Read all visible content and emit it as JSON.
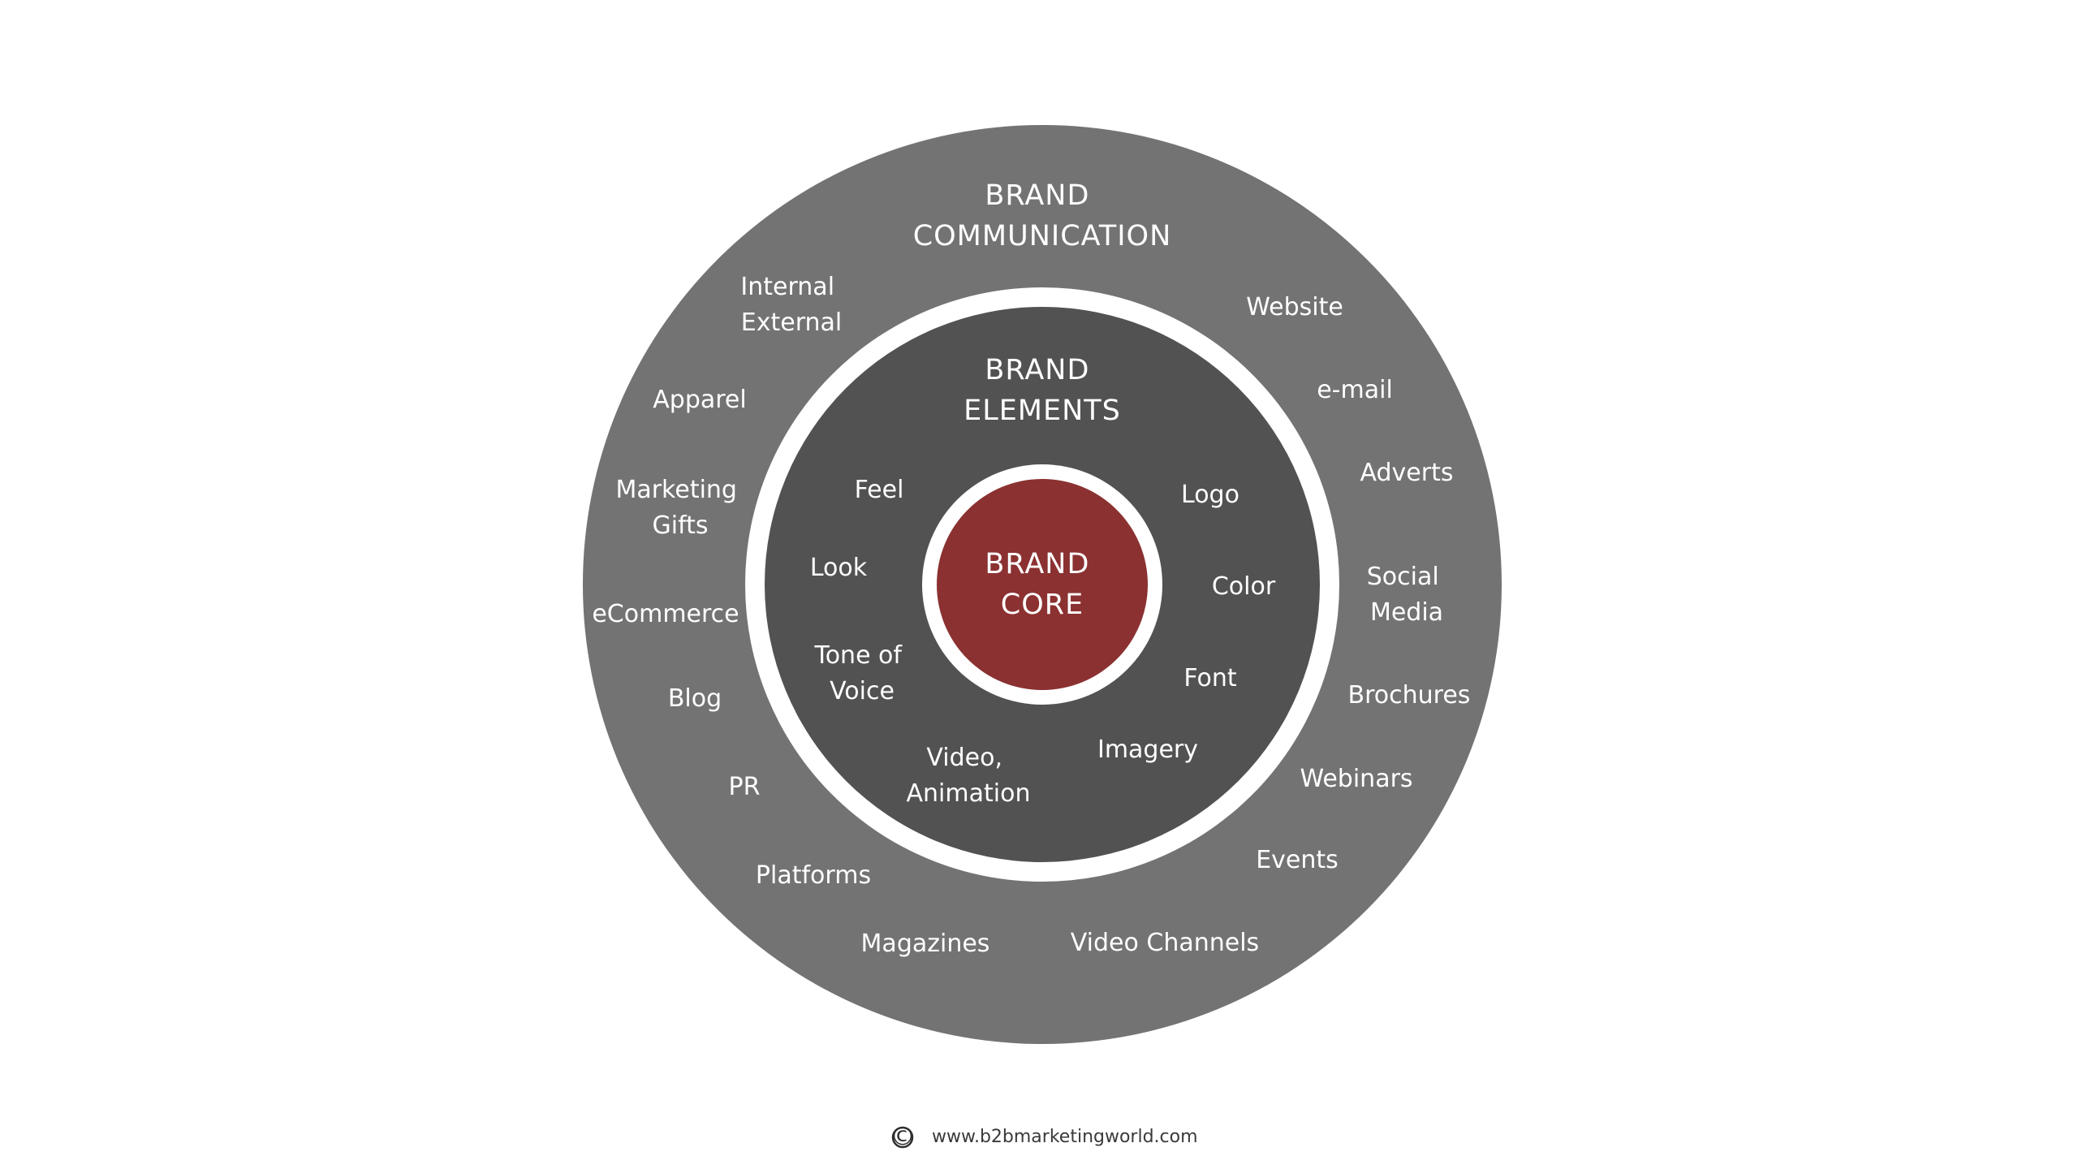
{
  "colors": {
    "outer_ring": "#737373",
    "middle_ring": "#525252",
    "core": "#8b3131",
    "gap": "#ffffff",
    "text": "#ffffff"
  },
  "outer": {
    "title": [
      "BRAND",
      "COMMUNICATION"
    ],
    "items": [
      [
        "Internal",
        "External"
      ],
      [
        "Website"
      ],
      [
        "Apparel"
      ],
      [
        "e-mail"
      ],
      [
        "Marketing",
        "Gifts"
      ],
      [
        "Adverts"
      ],
      [
        "eCommerce"
      ],
      [
        "Social",
        "Media"
      ],
      [
        "Blog"
      ],
      [
        "Brochures"
      ],
      [
        "PR"
      ],
      [
        "Webinars"
      ],
      [
        "Platforms"
      ],
      [
        "Events"
      ],
      [
        "Magazines"
      ],
      [
        "Video Channels"
      ]
    ]
  },
  "middle": {
    "title": [
      "BRAND",
      "ELEMENTS"
    ],
    "items": [
      [
        "Feel"
      ],
      [
        "Logo"
      ],
      [
        "Look"
      ],
      [
        "Color"
      ],
      [
        "Tone of",
        "Voice"
      ],
      [
        "Font"
      ],
      [
        "Video,",
        "Animation"
      ],
      [
        "Imagery"
      ]
    ]
  },
  "core": {
    "title": [
      "BRAND",
      "CORE"
    ]
  },
  "footer": {
    "copyright_icon": "copyright-icon",
    "copyright_symbol": "©",
    "url": "www.b2bmarketingworld.com"
  }
}
